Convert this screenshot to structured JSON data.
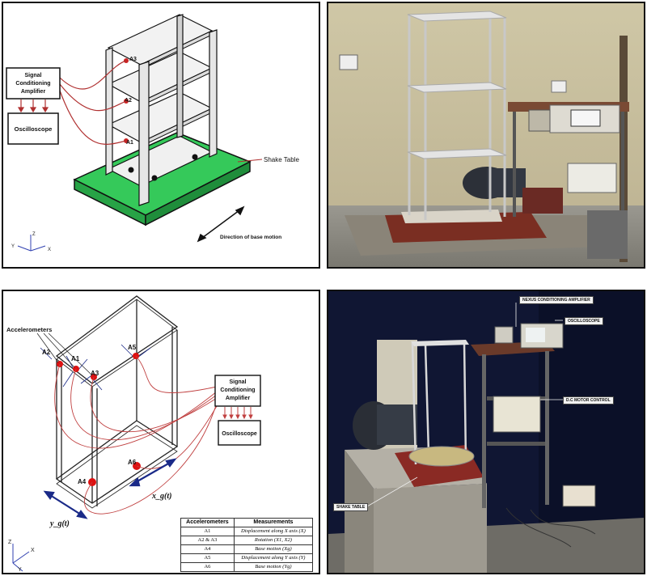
{
  "diagram1": {
    "amplifier_label_lines": [
      "Signal",
      "Conditioning",
      "Amplifier"
    ],
    "oscilloscope_label": "Oscilloscope",
    "shake_table_label": "Shake Table",
    "direction_label": "Direction of base motion",
    "sensors": [
      "A3",
      "A2",
      "A1"
    ],
    "axes": {
      "z": "Z",
      "y": "Y",
      "x": "X"
    },
    "colors": {
      "table": "#33cc55",
      "wires": "#b03030",
      "structure": "#e8e8e8"
    }
  },
  "photo1": {},
  "diagram2": {
    "accelerometers_label": "Accelerometers",
    "sensors": [
      "A2",
      "A1",
      "A3",
      "A5",
      "A4",
      "A6"
    ],
    "amplifier_label_lines": [
      "Signal",
      "Conditioning",
      "Amplifier"
    ],
    "oscilloscope_label": "Oscilloscope",
    "xg_label": "x_g(t)",
    "yg_label": "y_g(t)",
    "axes": {
      "z": "Z",
      "y": "Y",
      "x": "X"
    },
    "table": {
      "headers": [
        "Accelerometers",
        "Measurements"
      ],
      "rows": [
        [
          "A1",
          "Displacement along X axis (X)"
        ],
        [
          "A2 & A3",
          "Rotation (X1, X2)"
        ],
        [
          "A4",
          "Base motion (Xg)"
        ],
        [
          "A5",
          "Displacement along Y axis (Y)"
        ],
        [
          "A6",
          "Base motion (Yg)"
        ]
      ]
    },
    "colors": {
      "sensor": "#dd1111",
      "arrows": "#1a2a88",
      "wires": "#c04040"
    }
  },
  "photo2": {
    "tags": {
      "amplifier": "NEXUS CONDITIONING AMPLIFIER",
      "oscilloscope": "OSCILLOSCOPE",
      "motor": "D.C MOTOR CONTROL",
      "shake_table": "SHAKE TABLE"
    }
  }
}
